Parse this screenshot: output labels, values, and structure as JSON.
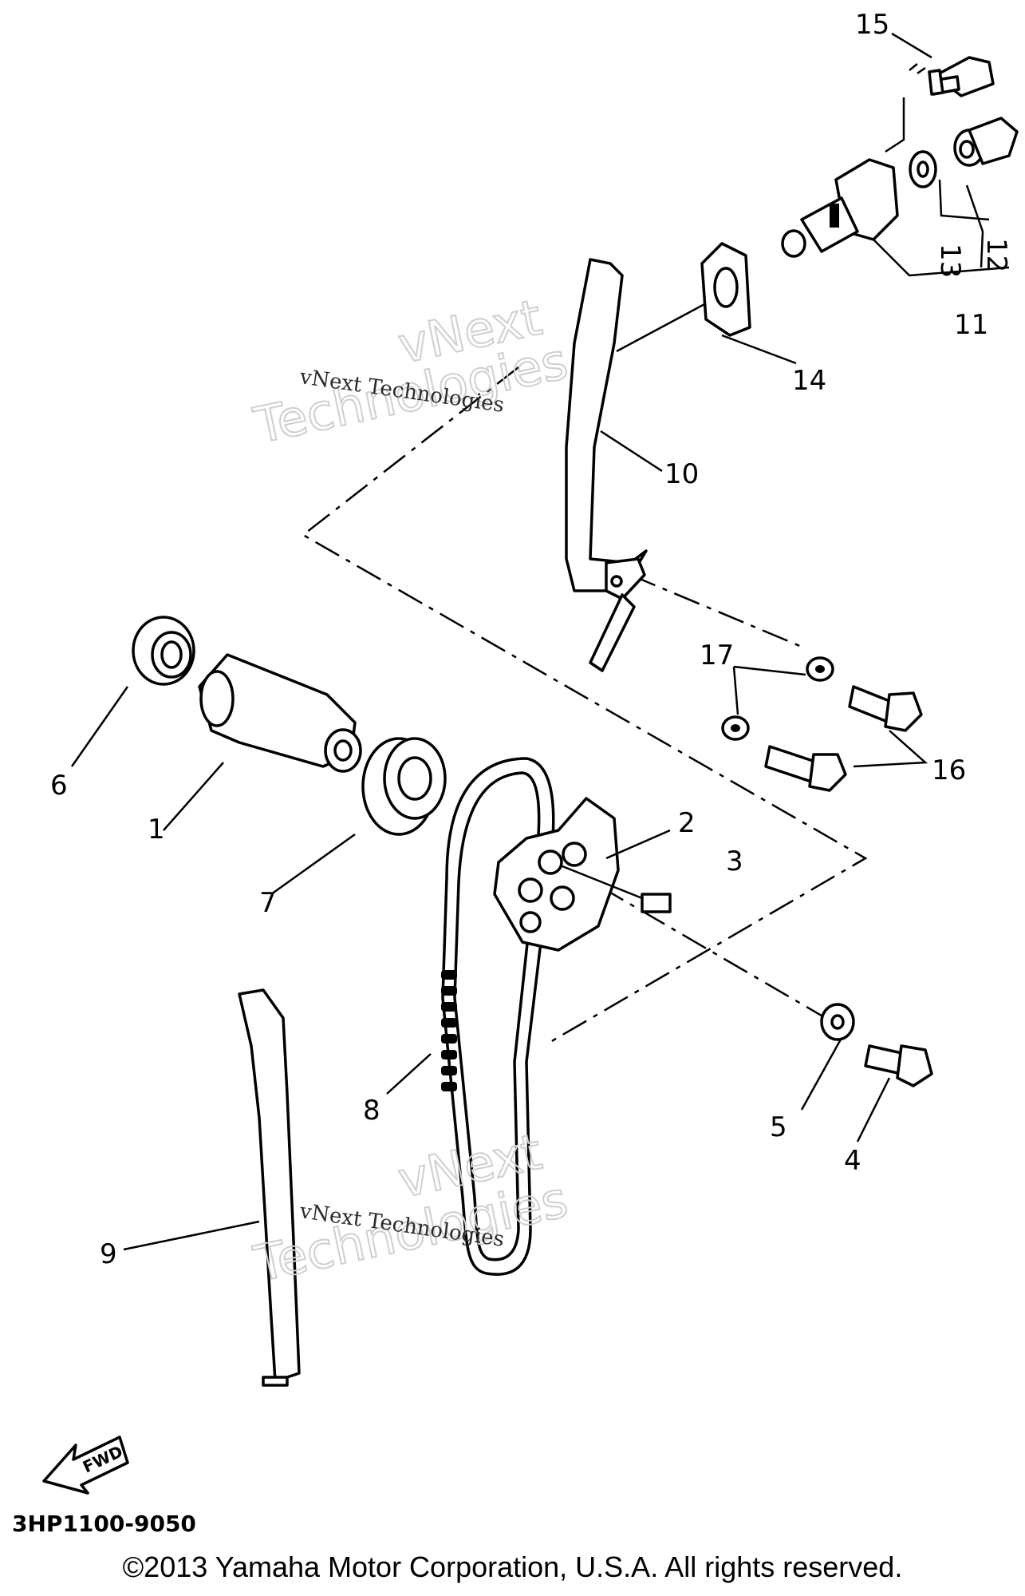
{
  "watermark": {
    "line1": "vNext",
    "line2": "Technologies",
    "small": "vNext Technologies"
  },
  "callouts": [
    "1",
    "2",
    "3",
    "4",
    "5",
    "6",
    "7",
    "8",
    "9",
    "10",
    "11",
    "12",
    "13",
    "14",
    "15",
    "16",
    "17"
  ],
  "fwd_label": "FWD",
  "diagram_code": "3HP1100-9050",
  "copyright": "©2013 Yamaha Motor Corporation, U.S.A. All rights reserved."
}
